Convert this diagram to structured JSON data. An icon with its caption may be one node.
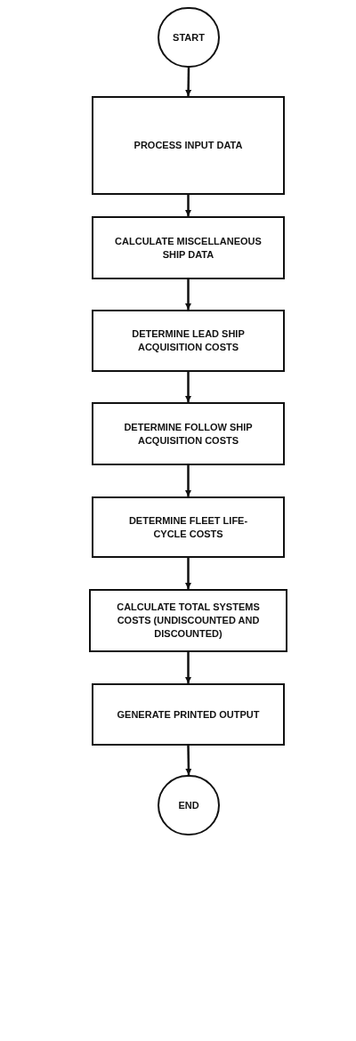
{
  "diagram": {
    "nodes": [
      {
        "text": [
          "START"
        ]
      },
      {
        "text": [
          "PROCESS INPUT DATA"
        ]
      },
      {
        "text": [
          "CALCULATE MISCELLANEOUS SHIP DATA"
        ]
      },
      {
        "text": [
          "DETERMINE LEAD SHIP ACQUISITION COSTS"
        ]
      },
      {
        "text": [
          "DETERMINE FOLLOW SHIP ACQUISITION COSTS"
        ]
      },
      {
        "text": [
          "DETERMINE FLEET LIFE-CYCLE COSTS"
        ]
      },
      {
        "text": [
          "CALCULATE TOTAL SYSTEMS COSTS (UNDISCOUNTED AND DISCOUNTED)"
        ]
      },
      {
        "text": [
          "GENERATE PRINTED OUTPUT"
        ]
      },
      {
        "text": [
          "END"
        ]
      }
    ],
    "edges": [
      {
        "from": 0,
        "to": 1,
        "arrow": "to"
      },
      {
        "from": 1,
        "to": 2,
        "arrow": "to"
      },
      {
        "from": 2,
        "to": 3,
        "arrow": "to"
      },
      {
        "from": 3,
        "to": 4,
        "arrow": "to"
      },
      {
        "from": 4,
        "to": 5,
        "arrow": "to"
      },
      {
        "from": 5,
        "to": 6,
        "arrow": "to"
      },
      {
        "from": 6,
        "to": 7,
        "arrow": "to"
      },
      {
        "from": 7,
        "to": 8,
        "arrow": "to"
      }
    ]
  }
}
